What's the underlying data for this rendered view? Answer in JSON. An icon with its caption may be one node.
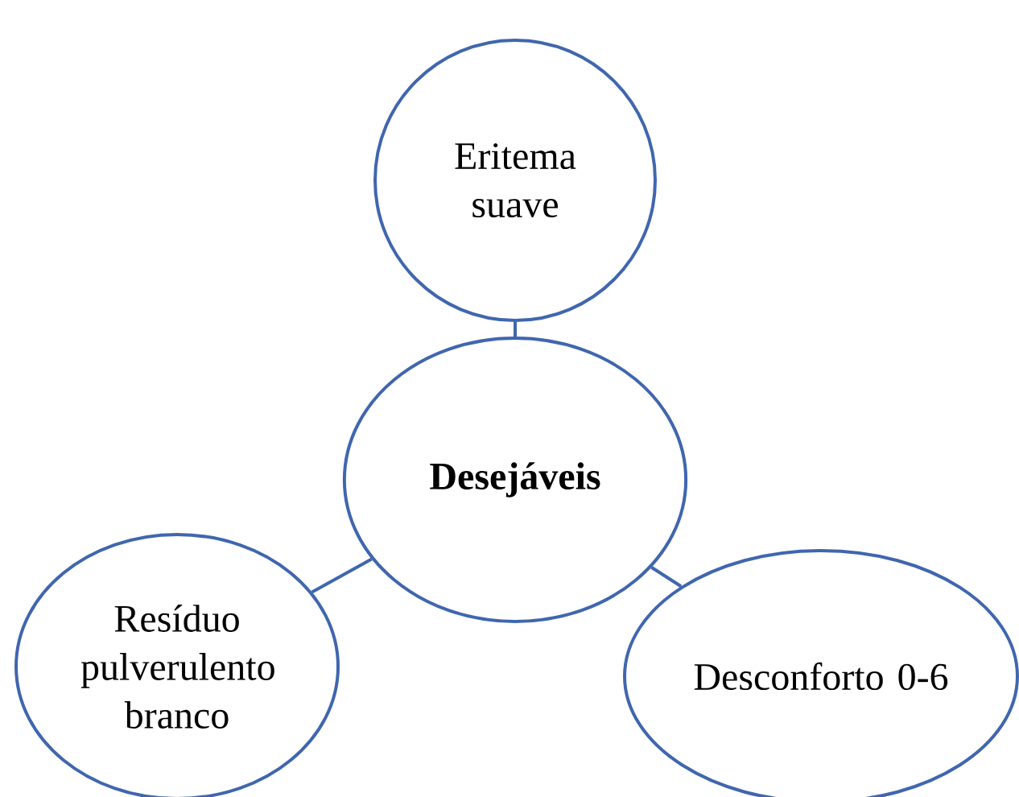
{
  "diagram": {
    "nodes": [
      {
        "text": [
          "Eritema suave"
        ]
      },
      {
        "text": [
          "Desejáveis"
        ]
      },
      {
        "text": [
          "Resíduo pulverulento branco"
        ]
      },
      {
        "text": [
          "Desconforto 0-6"
        ]
      }
    ],
    "edges": [
      {
        "from": 0,
        "to": 1,
        "arrow": "none"
      },
      {
        "from": 1,
        "to": 2,
        "arrow": "none"
      },
      {
        "from": 1,
        "to": 3,
        "arrow": "none"
      }
    ]
  }
}
